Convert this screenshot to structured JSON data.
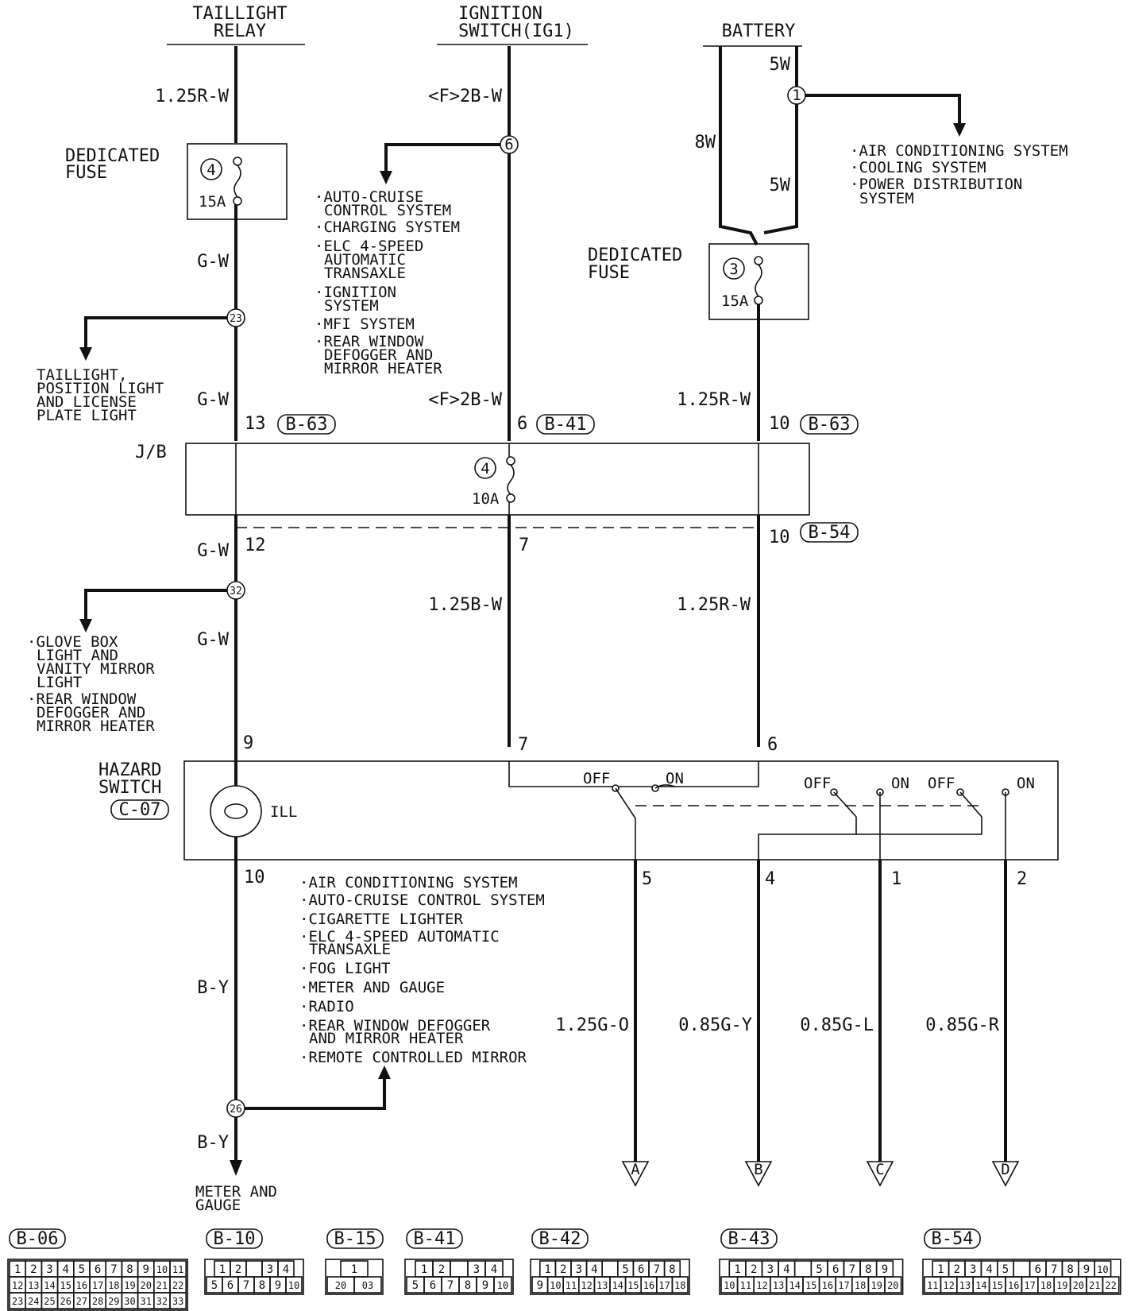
{
  "sources": {
    "taillight_relay": [
      "TAILLIGHT",
      "RELAY"
    ],
    "ignition_switch": [
      "IGNITION",
      "SWITCH(IG1)"
    ],
    "battery": "BATTERY"
  },
  "wires": {
    "relay_out": "1.25R-W",
    "ig_out": "<F>2B-W",
    "bat_5w_top": "5W",
    "bat_8w": "8W",
    "bat_5w_lower": "5W",
    "gw_1": "G-W",
    "gw_2": "G-W",
    "ig_to_jb": "<F>2B-W",
    "bat_to_jb": "1.25R-W",
    "gw_3": "G-W",
    "gw_4": "G-W",
    "ig_to_hazard": "1.25B-W",
    "bat_to_hazard": "1.25R-W",
    "by_1": "B-Y",
    "by_2": "B-Y",
    "out_a": "1.25G-O",
    "out_b": "0.85G-Y",
    "out_c": "0.85G-L",
    "out_d": "0.85G-R"
  },
  "fuses": {
    "dedicated_fuse_label": [
      "DEDICATED",
      "FUSE"
    ],
    "fuse4_num": "4",
    "fuse4_rating": "15A",
    "fuse3_num": "3",
    "fuse3_rating": "15A",
    "jb_fuse_num": "4",
    "jb_fuse_rating": "10A"
  },
  "splices": {
    "s1": "1",
    "s6": "6",
    "s23": "23",
    "s32": "32",
    "s26": "26"
  },
  "branch_lists": {
    "ig_branch": [
      "·AUTO-CRUISE",
      "CONTROL SYSTEM",
      "·CHARGING SYSTEM",
      "·ELC 4-SPEED",
      "AUTOMATIC",
      "TRANSAXLE",
      "·IGNITION",
      "SYSTEM",
      "·MFI SYSTEM",
      "·REAR WINDOW",
      "DEFOGGER AND",
      "MIRROR HEATER"
    ],
    "battery_branch": [
      "·AIR CONDITIONING SYSTEM",
      "·COOLING SYSTEM",
      "·POWER DISTRIBUTION",
      "SYSTEM"
    ],
    "taillight_branch": [
      "TAILLIGHT,",
      "POSITION LIGHT",
      "AND LICENSE",
      "PLATE LIGHT"
    ],
    "glovebox_branch": [
      "·GLOVE BOX",
      "LIGHT AND",
      "VANITY MIRROR",
      "LIGHT",
      "·REAR WINDOW",
      "DEFOGGER AND",
      "MIRROR HEATER"
    ],
    "by_branch": [
      "·AIR CONDITIONING SYSTEM",
      "·AUTO-CRUISE CONTROL SYSTEM",
      "·CIGARETTE LIGHTER",
      "·ELC 4-SPEED AUTOMATIC",
      "TRANSAXLE",
      "·FOG LIGHT",
      "·METER AND GAUGE",
      "·RADIO",
      "·REAR WINDOW DEFOGGER",
      "AND MIRROR HEATER",
      "·REMOTE CONTROLLED MIRROR"
    ],
    "meter": [
      "METER AND",
      "GAUGE"
    ]
  },
  "junction_block": {
    "label": "J/B",
    "pin_13": "13",
    "conn_b63_a": "B-63",
    "pin_6": "6",
    "conn_b41": "B-41",
    "pin_10_top": "10",
    "conn_b63_b": "B-63",
    "pin_12": "12",
    "pin_7": "7",
    "pin_10_bot": "10",
    "conn_b54": "B-54"
  },
  "hazard_switch": {
    "label": [
      "HAZARD",
      "SWITCH"
    ],
    "connector": "C-07",
    "ill": "ILL",
    "pin_9": "9",
    "pin_7": "7",
    "pin_6": "6",
    "pin_10": "10",
    "pin_5": "5",
    "pin_4": "4",
    "pin_1": "1",
    "pin_2": "2",
    "off_1": "OFF",
    "on_1": "ON",
    "off_2": "OFF",
    "on_2": "ON",
    "off_3": "OFF",
    "on_3": "ON"
  },
  "terminals": {
    "a": "A",
    "b": "B",
    "c": "C",
    "d": "D"
  },
  "connectors": [
    {
      "id": "B-06",
      "rows": [
        [
          "1",
          "2",
          "3",
          "4",
          "5",
          "6",
          "7",
          "8",
          "9",
          "10",
          "11"
        ],
        [
          "12",
          "13",
          "14",
          "15",
          "16",
          "17",
          "18",
          "19",
          "20",
          "21",
          "22"
        ],
        [
          "23",
          "24",
          "25",
          "26",
          "27",
          "28",
          "29",
          "30",
          "31",
          "32",
          "33"
        ]
      ]
    },
    {
      "id": "B-10",
      "rows": [
        [
          "1",
          "2",
          "",
          "3",
          "4"
        ],
        [
          "5",
          "6",
          "7",
          "8",
          "9",
          "10"
        ]
      ]
    },
    {
      "id": "B-15",
      "rows": [
        [
          "1"
        ],
        [
          "20",
          "03"
        ]
      ]
    },
    {
      "id": "B-41",
      "rows": [
        [
          "1",
          "2",
          "",
          "3",
          "4"
        ],
        [
          "5",
          "6",
          "7",
          "8",
          "9",
          "10"
        ]
      ]
    },
    {
      "id": "B-42",
      "rows": [
        [
          "1",
          "2",
          "3",
          "4",
          "",
          "5",
          "6",
          "7",
          "8"
        ],
        [
          "9",
          "10",
          "11",
          "12",
          "13",
          "14",
          "15",
          "16",
          "17",
          "18"
        ]
      ]
    },
    {
      "id": "B-43",
      "rows": [
        [
          "1",
          "2",
          "3",
          "4",
          "",
          "5",
          "6",
          "7",
          "8",
          "9"
        ],
        [
          "10",
          "11",
          "12",
          "13",
          "14",
          "15",
          "16",
          "17",
          "18",
          "19",
          "20"
        ]
      ]
    },
    {
      "id": "B-54",
      "rows": [
        [
          "1",
          "2",
          "3",
          "4",
          "5",
          "",
          "6",
          "7",
          "8",
          "9",
          "10"
        ],
        [
          "11",
          "12",
          "13",
          "14",
          "15",
          "16",
          "17",
          "18",
          "19",
          "20",
          "21",
          "22"
        ]
      ]
    }
  ]
}
